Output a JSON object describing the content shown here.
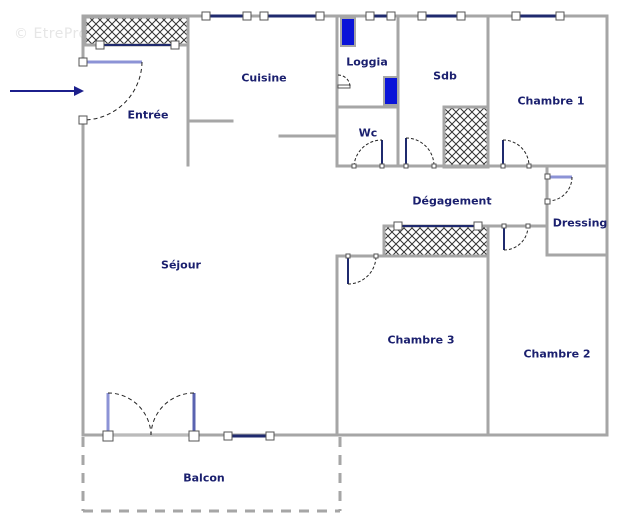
{
  "watermark": "© EtreProprio",
  "colors": {
    "wall": "#a6a6a6",
    "window_frame": "#1f2a6e",
    "door_leaf": "#8c93d6",
    "label": "#1a1f6e",
    "appliance": "#0a14d8",
    "entry_arrow": "#1c1f8c",
    "hatch": "#333333"
  },
  "rooms": {
    "entree": "Entrée",
    "cuisine": "Cuisine",
    "loggia": "Loggia",
    "sdb": "Sdb",
    "chambre1": "Chambre 1",
    "wc": "Wc",
    "degagement": "Dégagement",
    "dressing": "Dressing",
    "sejour": "Séjour",
    "chambre3": "Chambre 3",
    "chambre2": "Chambre 2",
    "balcon": "Balcon"
  }
}
